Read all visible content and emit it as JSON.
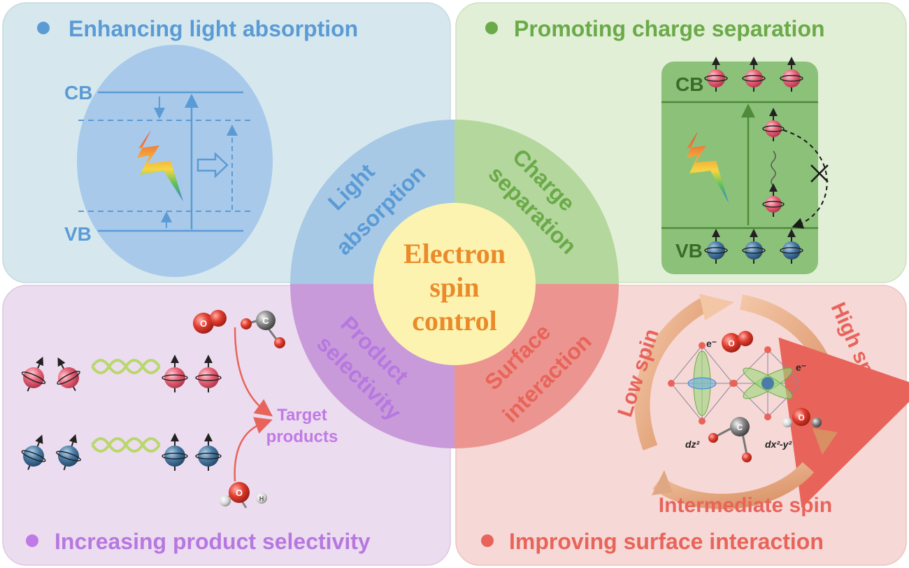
{
  "quadrants": {
    "top_left": {
      "title": "Enhancing light absorption",
      "accent": "#5b9bd5",
      "band_labels": {
        "cb": "CB",
        "vb": "VB"
      }
    },
    "top_right": {
      "title": "Promoting charge separation",
      "accent": "#6aaa48",
      "band_labels": {
        "cb": "CB",
        "vb": "VB"
      }
    },
    "bottom_left": {
      "title": "Increasing product selectivity",
      "accent": "#b678e0",
      "target_line1": "Target",
      "target_line2": "products",
      "molecule_o": "O",
      "molecule_c": "C",
      "molecule_h": "H"
    },
    "bottom_right": {
      "title": "Improving surface interaction",
      "accent": "#e8645a",
      "low_spin": "Low spin",
      "high_spin": "High spin",
      "intermediate_spin": "Intermediate spin",
      "electron": "e⁻",
      "orbital_dz2": "dz²",
      "orbital_dx2y2": "dx²-y²"
    }
  },
  "ring": {
    "light": [
      "Light",
      "absorption"
    ],
    "charge": [
      "Charge",
      "separation"
    ],
    "product": [
      "Product",
      "selectivity"
    ],
    "surface": [
      "Surface",
      "interaction"
    ]
  },
  "center": {
    "line1": "Electron",
    "line2": "spin",
    "line3": "control"
  },
  "colors": {
    "tl_bg": "#d6e8ee",
    "tr_bg": "#e1efd6",
    "bl_bg": "#ecdcef",
    "br_bg": "#f6d8d6",
    "center": "#fdf3b0",
    "center_text": "#e98b2a",
    "spin_up": "#e8647a",
    "spin_down": "#3f6f95"
  }
}
